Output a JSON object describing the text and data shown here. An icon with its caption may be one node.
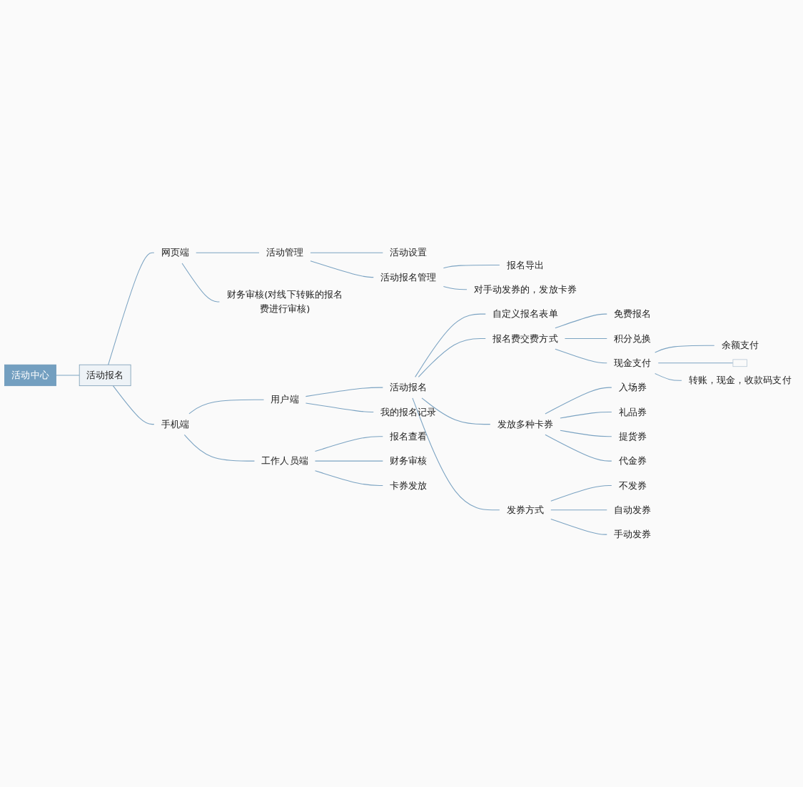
{
  "diagram": {
    "nodes": [
      {
        "text": [
          "活动中心"
        ]
      },
      {
        "text": [
          "活动报名"
        ]
      },
      {
        "text": [
          "网页端"
        ]
      },
      {
        "text": [
          "活动管理"
        ]
      },
      {
        "text": [
          "活动设置"
        ]
      },
      {
        "text": [
          "活动报名管理"
        ]
      },
      {
        "text": [
          "报名导出"
        ]
      },
      {
        "text": [
          "对手动发券的，发放卡券"
        ]
      },
      {
        "text": [
          "财务审核(对线下转账的报名费进行审核)"
        ]
      },
      {
        "text": [
          "手机端"
        ]
      },
      {
        "text": [
          "用户端"
        ]
      },
      {
        "text": [
          "活动报名"
        ]
      },
      {
        "text": [
          "自定义报名表单"
        ]
      },
      {
        "text": [
          "报名费交费方式"
        ]
      },
      {
        "text": [
          "免费报名"
        ]
      },
      {
        "text": [
          "积分兑换"
        ]
      },
      {
        "text": [
          "现金支付"
        ]
      },
      {
        "text": [
          "余额支付"
        ]
      },
      {
        "text": [],
        "shape": "box"
      },
      {
        "text": [
          "转账，现金，收款码支付"
        ]
      },
      {
        "text": [
          "发放多种卡券"
        ]
      },
      {
        "text": [
          "入场券"
        ]
      },
      {
        "text": [
          "礼品券"
        ]
      },
      {
        "text": [
          "提货券"
        ]
      },
      {
        "text": [
          "代金券"
        ]
      },
      {
        "text": [
          "发券方式"
        ]
      },
      {
        "text": [
          "不发券"
        ]
      },
      {
        "text": [
          "自动发券"
        ]
      },
      {
        "text": [
          "手动发券"
        ]
      },
      {
        "text": [
          "我的报名记录"
        ]
      },
      {
        "text": [
          "工作人员端"
        ]
      },
      {
        "text": [
          "报名查看"
        ]
      },
      {
        "text": [
          "财务审核"
        ]
      },
      {
        "text": [
          "卡券发放"
        ]
      }
    ],
    "edges": [
      {
        "from": 0,
        "to": 1,
        "arrow": "none"
      },
      {
        "from": 1,
        "to": 2,
        "arrow": "none"
      },
      {
        "from": 2,
        "to": 3,
        "arrow": "none"
      },
      {
        "from": 3,
        "to": 4,
        "arrow": "none"
      },
      {
        "from": 3,
        "to": 5,
        "arrow": "none"
      },
      {
        "from": 5,
        "to": 6,
        "arrow": "none"
      },
      {
        "from": 5,
        "to": 7,
        "arrow": "none"
      },
      {
        "from": 2,
        "to": 8,
        "arrow": "none"
      },
      {
        "from": 1,
        "to": 9,
        "arrow": "none"
      },
      {
        "from": 9,
        "to": 10,
        "arrow": "none"
      },
      {
        "from": 10,
        "to": 11,
        "arrow": "none"
      },
      {
        "from": 11,
        "to": 12,
        "arrow": "none"
      },
      {
        "from": 11,
        "to": 13,
        "arrow": "none"
      },
      {
        "from": 13,
        "to": 14,
        "arrow": "none"
      },
      {
        "from": 13,
        "to": 15,
        "arrow": "none"
      },
      {
        "from": 13,
        "to": 16,
        "arrow": "none"
      },
      {
        "from": 16,
        "to": 17,
        "arrow": "none"
      },
      {
        "from": 16,
        "to": 18,
        "arrow": "none"
      },
      {
        "from": 16,
        "to": 19,
        "arrow": "none"
      },
      {
        "from": 11,
        "to": 20,
        "arrow": "none"
      },
      {
        "from": 20,
        "to": 21,
        "arrow": "none"
      },
      {
        "from": 20,
        "to": 22,
        "arrow": "none"
      },
      {
        "from": 20,
        "to": 23,
        "arrow": "none"
      },
      {
        "from": 20,
        "to": 24,
        "arrow": "none"
      },
      {
        "from": 11,
        "to": 25,
        "arrow": "none"
      },
      {
        "from": 25,
        "to": 26,
        "arrow": "none"
      },
      {
        "from": 25,
        "to": 27,
        "arrow": "none"
      },
      {
        "from": 25,
        "to": 28,
        "arrow": "none"
      },
      {
        "from": 10,
        "to": 29,
        "arrow": "none"
      },
      {
        "from": 9,
        "to": 30,
        "arrow": "none"
      },
      {
        "from": 30,
        "to": 31,
        "arrow": "none"
      },
      {
        "from": 30,
        "to": 32,
        "arrow": "none"
      },
      {
        "from": 30,
        "to": 33,
        "arrow": "none"
      }
    ]
  }
}
